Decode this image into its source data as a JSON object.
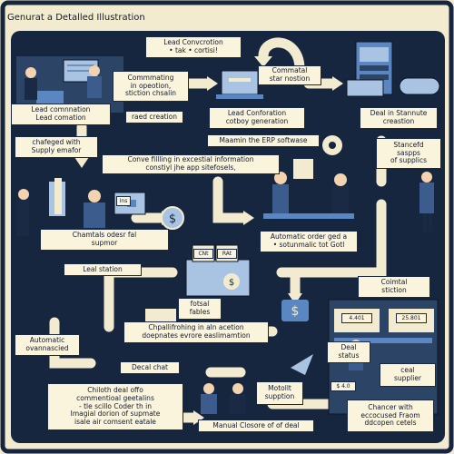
{
  "colors": {
    "navy": "#17263f",
    "cream": "#f3ebcf",
    "blue": "#5a86c2",
    "light_blue": "#a9c3e3"
  },
  "title": "Genurat a Detalled Illustration",
  "labels": {
    "lead_conversion_top": "Lead Convcrotion\n• tak • cortisi!",
    "communicating": "Commmating\nin opeotion,\nstiction chsalin",
    "lead_comm": "Lead comnnation\nLead comation",
    "chatgpt_supply": "chafeged with\nSupply emafor",
    "raed_creation": "raed creation",
    "lead_conferation": "Lead Conforation\ncotboy generation",
    "commatal": "Commatal\nstar nostion",
    "deal_stannate": "Deal in Stannute\ncreastion",
    "maintain_erp": "Maamin the ERP softwase",
    "conve_filling": "Conve fillling in excestial information\nconstiyl jhe app sitefosels,",
    "stancefd": "Stancefd\nsaspps\nof supplics",
    "chamtals": "Chamtals odesr fal\nsupmor",
    "automatic_order": "Automatic order ged a\n• sotunmalic tot Gotl",
    "leal_station": "Leal station",
    "coimtal_stiction": "Coimtal\nstiction",
    "fotal_tables": "fotsal\nfables",
    "chpallifrohing": "Chpallifrohing in aln acetion\ndoepnates evrore easlimamtion",
    "automatic_over": "Automatic\novannascied",
    "decal_chat": "Decal chat",
    "deal_status": "Deal\nstatus",
    "ceal_supplier": "ceal\nsupplier",
    "chiloth_deal": "Chiloth deal offo\ncommentioal geetalins\n- tle scillo Coder th in\nImagial dorion of supmate\nisale air comsent eatale",
    "motollt_suppition": "Motollt\nsupption",
    "manual_closure": "Manual Closore of of deal",
    "chancer": "Chancer with\neccocused Fraom\nddcopen cetels",
    "price_left": "4.401",
    "price_right": "25.801",
    "price_small": "$ 4.0",
    "screen_cnt": "CNt",
    "screen_rat": "RAt",
    "screen_ins": "Ins"
  }
}
